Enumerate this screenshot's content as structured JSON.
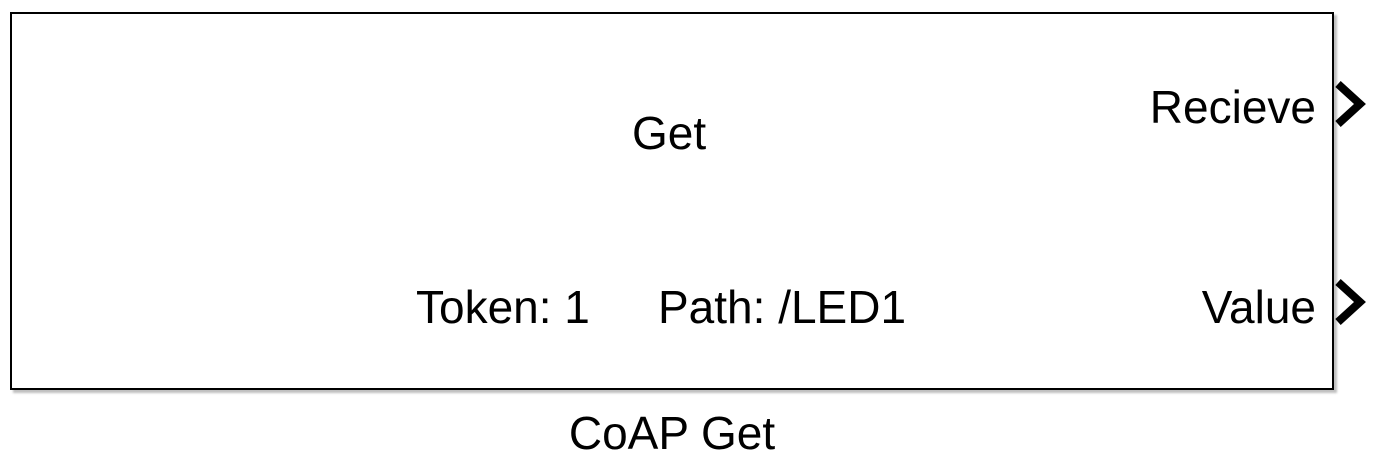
{
  "block": {
    "title": "Get",
    "token_text": "Token: 1",
    "path_text": "Path: /LED1",
    "ports": {
      "recieve_label": "Recieve",
      "value_label": "Value"
    },
    "name": "CoAP Get"
  },
  "colors": {
    "border": "#000000",
    "background": "#ffffff",
    "text": "#000000"
  },
  "icons": {
    "output_port": "chevron-right-icon"
  }
}
